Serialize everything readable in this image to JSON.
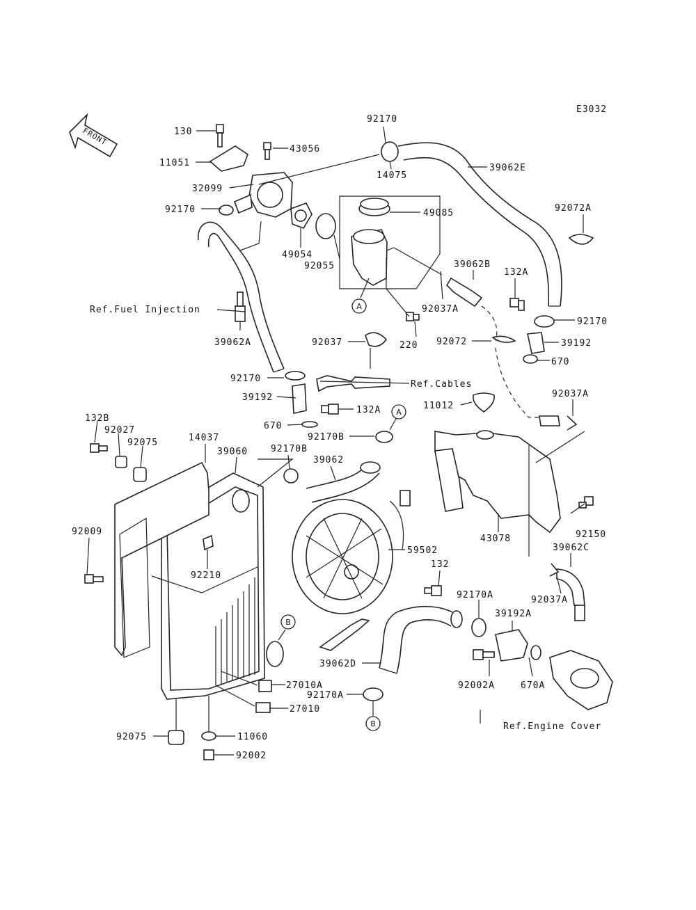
{
  "diagram_code": "E3032",
  "front_arrow": {
    "text": "FRONT"
  },
  "refs": {
    "fuel_injection": "Ref.Fuel Injection",
    "cables": "Ref.Cables",
    "engine_cover": "Ref.Engine Cover"
  },
  "markers": {
    "a": "A",
    "b": "B"
  },
  "parts": {
    "p130": "130",
    "p11051": "11051",
    "p43056": "43056",
    "p32099": "32099",
    "p92170_a": "92170",
    "p92170_top": "92170",
    "p14075": "14075",
    "p39062e": "39062E",
    "p49085": "49085",
    "p49054": "49054",
    "p92055": "92055",
    "p92072a": "92072A",
    "p39062b": "39062B",
    "p132a_top": "132A",
    "p92170_r": "92170",
    "p39192_r": "39192",
    "p670_r": "670",
    "p92037a_top": "92037A",
    "p220": "220",
    "p92037": "92037",
    "p92072": "92072",
    "p39062a": "39062A",
    "p92170_mid": "92170",
    "p39192_mid": "39192",
    "p132a_mid": "132A",
    "p670_mid": "670",
    "p92170b": "92170B",
    "p11012": "11012",
    "p92037a_r": "92037A",
    "p132b": "132B",
    "p92027": "92027",
    "p92075_top": "92075",
    "p14037": "14037",
    "p39060": "39060",
    "p92170b_2": "92170B",
    "p39062": "39062",
    "p92009": "92009",
    "p92210": "92210",
    "p59502": "59502",
    "p43078": "43078",
    "p92150": "92150",
    "p39062c": "39062C",
    "p132": "132",
    "p92037a_b": "92037A",
    "p92170a": "92170A",
    "p39192a": "39192A",
    "p39062d": "39062D",
    "p92002a": "92002A",
    "p670a": "670A",
    "p27010a": "27010A",
    "p92170a_2": "92170A",
    "p27010": "27010",
    "p92075_b": "92075",
    "p11060": "11060",
    "p92002": "92002"
  }
}
